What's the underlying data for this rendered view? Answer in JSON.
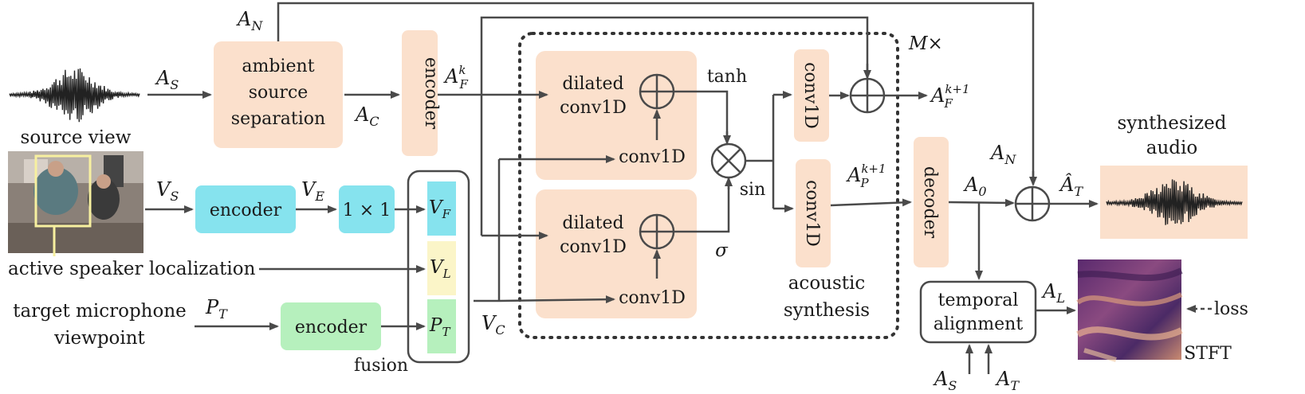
{
  "labels": {
    "source_view": "source view",
    "ambient_line1": "ambient",
    "ambient_line2": "source",
    "ambient_line3": "separation",
    "encoder_audio": "encoder",
    "encoder_visual": "encoder",
    "encoder_target": "encoder",
    "one_by_one": "1 × 1",
    "active_speaker": "active speaker localization",
    "target_mic_line1": "target microphone",
    "target_mic_line2": "viewpoint",
    "fusion": "fusion",
    "dilated_top_1": "dilated",
    "dilated_top_2": "conv1D",
    "dilated_bot_1": "dilated",
    "dilated_bot_2": "conv1D",
    "conv1d_top_small": "conv1D",
    "conv1d_bot_small": "conv1D",
    "conv1d_vert_top": "conv1D",
    "conv1d_vert_bot": "conv1D",
    "tanh": "tanh",
    "sigma": "σ",
    "sin": "sin",
    "acoustic_line1": "acoustic",
    "acoustic_line2": "synthesis",
    "m_times": "M×",
    "decoder": "decoder",
    "synth_line1": "synthesized",
    "synth_line2": "audio",
    "temporal_line1": "temporal",
    "temporal_line2": "alignment",
    "loss": "loss",
    "stft": "STFT"
  },
  "math": {
    "A_N_top": "A",
    "A_N_top_sub": "N",
    "A_S": "A",
    "A_S_sub": "S",
    "A_C": "A",
    "A_C_sub": "C",
    "A_F_k": "A",
    "A_F_k_sub": "F",
    "A_F_k_sup": "k",
    "A_F_k1": "A",
    "A_F_k1_sub": "F",
    "A_F_k1_sup": "k+1",
    "A_P_k1": "A",
    "A_P_k1_sub": "P",
    "A_P_k1_sup": "k+1",
    "V_S": "V",
    "V_S_sub": "S",
    "V_E": "V",
    "V_E_sub": "E",
    "V_F": "V",
    "V_F_sub": "F",
    "V_L": "V",
    "V_L_sub": "L",
    "P_T_in": "P",
    "P_T_in_sub": "T",
    "P_T_box": "P",
    "P_T_box_sub": "T",
    "V_C": "V",
    "V_C_sub": "C",
    "A_0": "A",
    "A_0_sub": "0",
    "A_N_right": "A",
    "A_N_right_sub": "N",
    "A_T_hat": "Â",
    "A_T_hat_sub": "T",
    "A_L": "A",
    "A_L_sub": "L",
    "A_S_bottom": "A",
    "A_S_bottom_sub": "S",
    "A_T_bottom": "A",
    "A_T_bottom_sub": "T"
  },
  "colors": {
    "orange_box": "#fbe0cc",
    "cyan_box": "#86e3ee",
    "green_box": "#b6f0bd",
    "yellow_box": "#fbf5c8",
    "synth_bg": "#fbe0cc",
    "line": "#4a4a4a"
  }
}
